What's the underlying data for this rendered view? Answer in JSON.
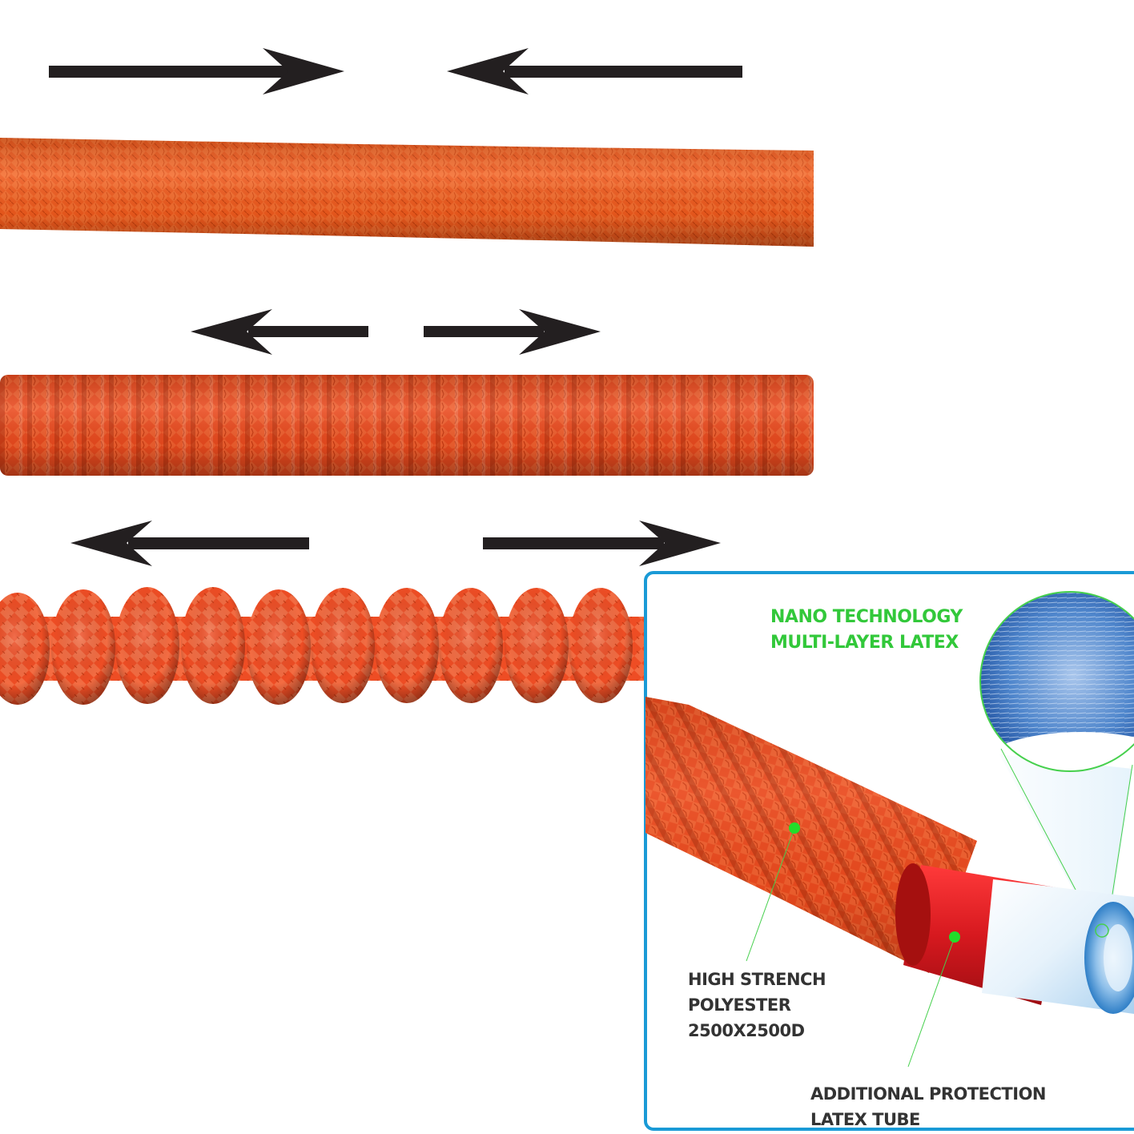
{
  "colors": {
    "arrow": "#231f20",
    "hose_orange": "#f25a1c",
    "hose_red": "#e8401a",
    "panel_border": "#1a9ad6",
    "callout_green": "#32c83a",
    "callout_text": "#333333",
    "inner_tube_red": "#d7191f",
    "latex_blue": "#4a8fd0"
  },
  "arrows": {
    "row1": [
      "arrow-right-icon",
      "arrow-left-icon"
    ],
    "row2": [
      "arrow-left-icon",
      "arrow-right-icon"
    ],
    "row3": [
      "arrow-left-icon",
      "arrow-right-icon"
    ]
  },
  "hose_states": [
    "compressed-hose",
    "partially-expanded-hose",
    "expanded-hose"
  ],
  "diagram": {
    "title_line1": "NANO TECHNOLOGY",
    "title_line2": "MULTI-LAYER LATEX",
    "label_polyester_line1": "HIGH STRENCH",
    "label_polyester_line2": "POLYESTER",
    "label_polyester_line3": "2500X2500D",
    "label_latex_line1": "ADDITIONAL PROTECTION",
    "label_latex_line2": "LATEX TUBE"
  }
}
